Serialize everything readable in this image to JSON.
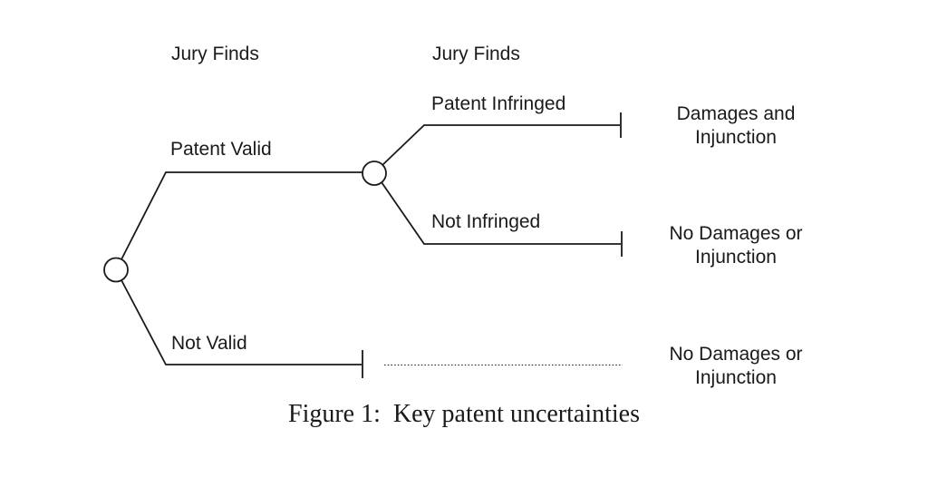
{
  "figure": {
    "caption": "Figure 1:  Key patent uncertainties"
  },
  "diagram": {
    "stage_headers": {
      "first": "Jury Finds",
      "second": "Jury Finds"
    },
    "branches": {
      "patent_valid": "Patent Valid",
      "not_valid": "Not Valid",
      "patent_infringed": "Patent Infringed",
      "not_infringed": "Not Infringed"
    },
    "outcomes": {
      "damages": {
        "line1": "Damages and",
        "line2": "Injunction"
      },
      "no_damages_upper": {
        "line1": "No Damages or",
        "line2": "Injunction"
      },
      "no_damages_lower": {
        "line1": "No Damages or",
        "line2": "Injunction"
      }
    },
    "nodes": {
      "root": "chance-node",
      "infringement": "chance-node",
      "terminal_count": 3
    }
  },
  "colors": {
    "background": "#ffffff",
    "line": "#1a1a1a",
    "text": "#1a1a1a"
  }
}
